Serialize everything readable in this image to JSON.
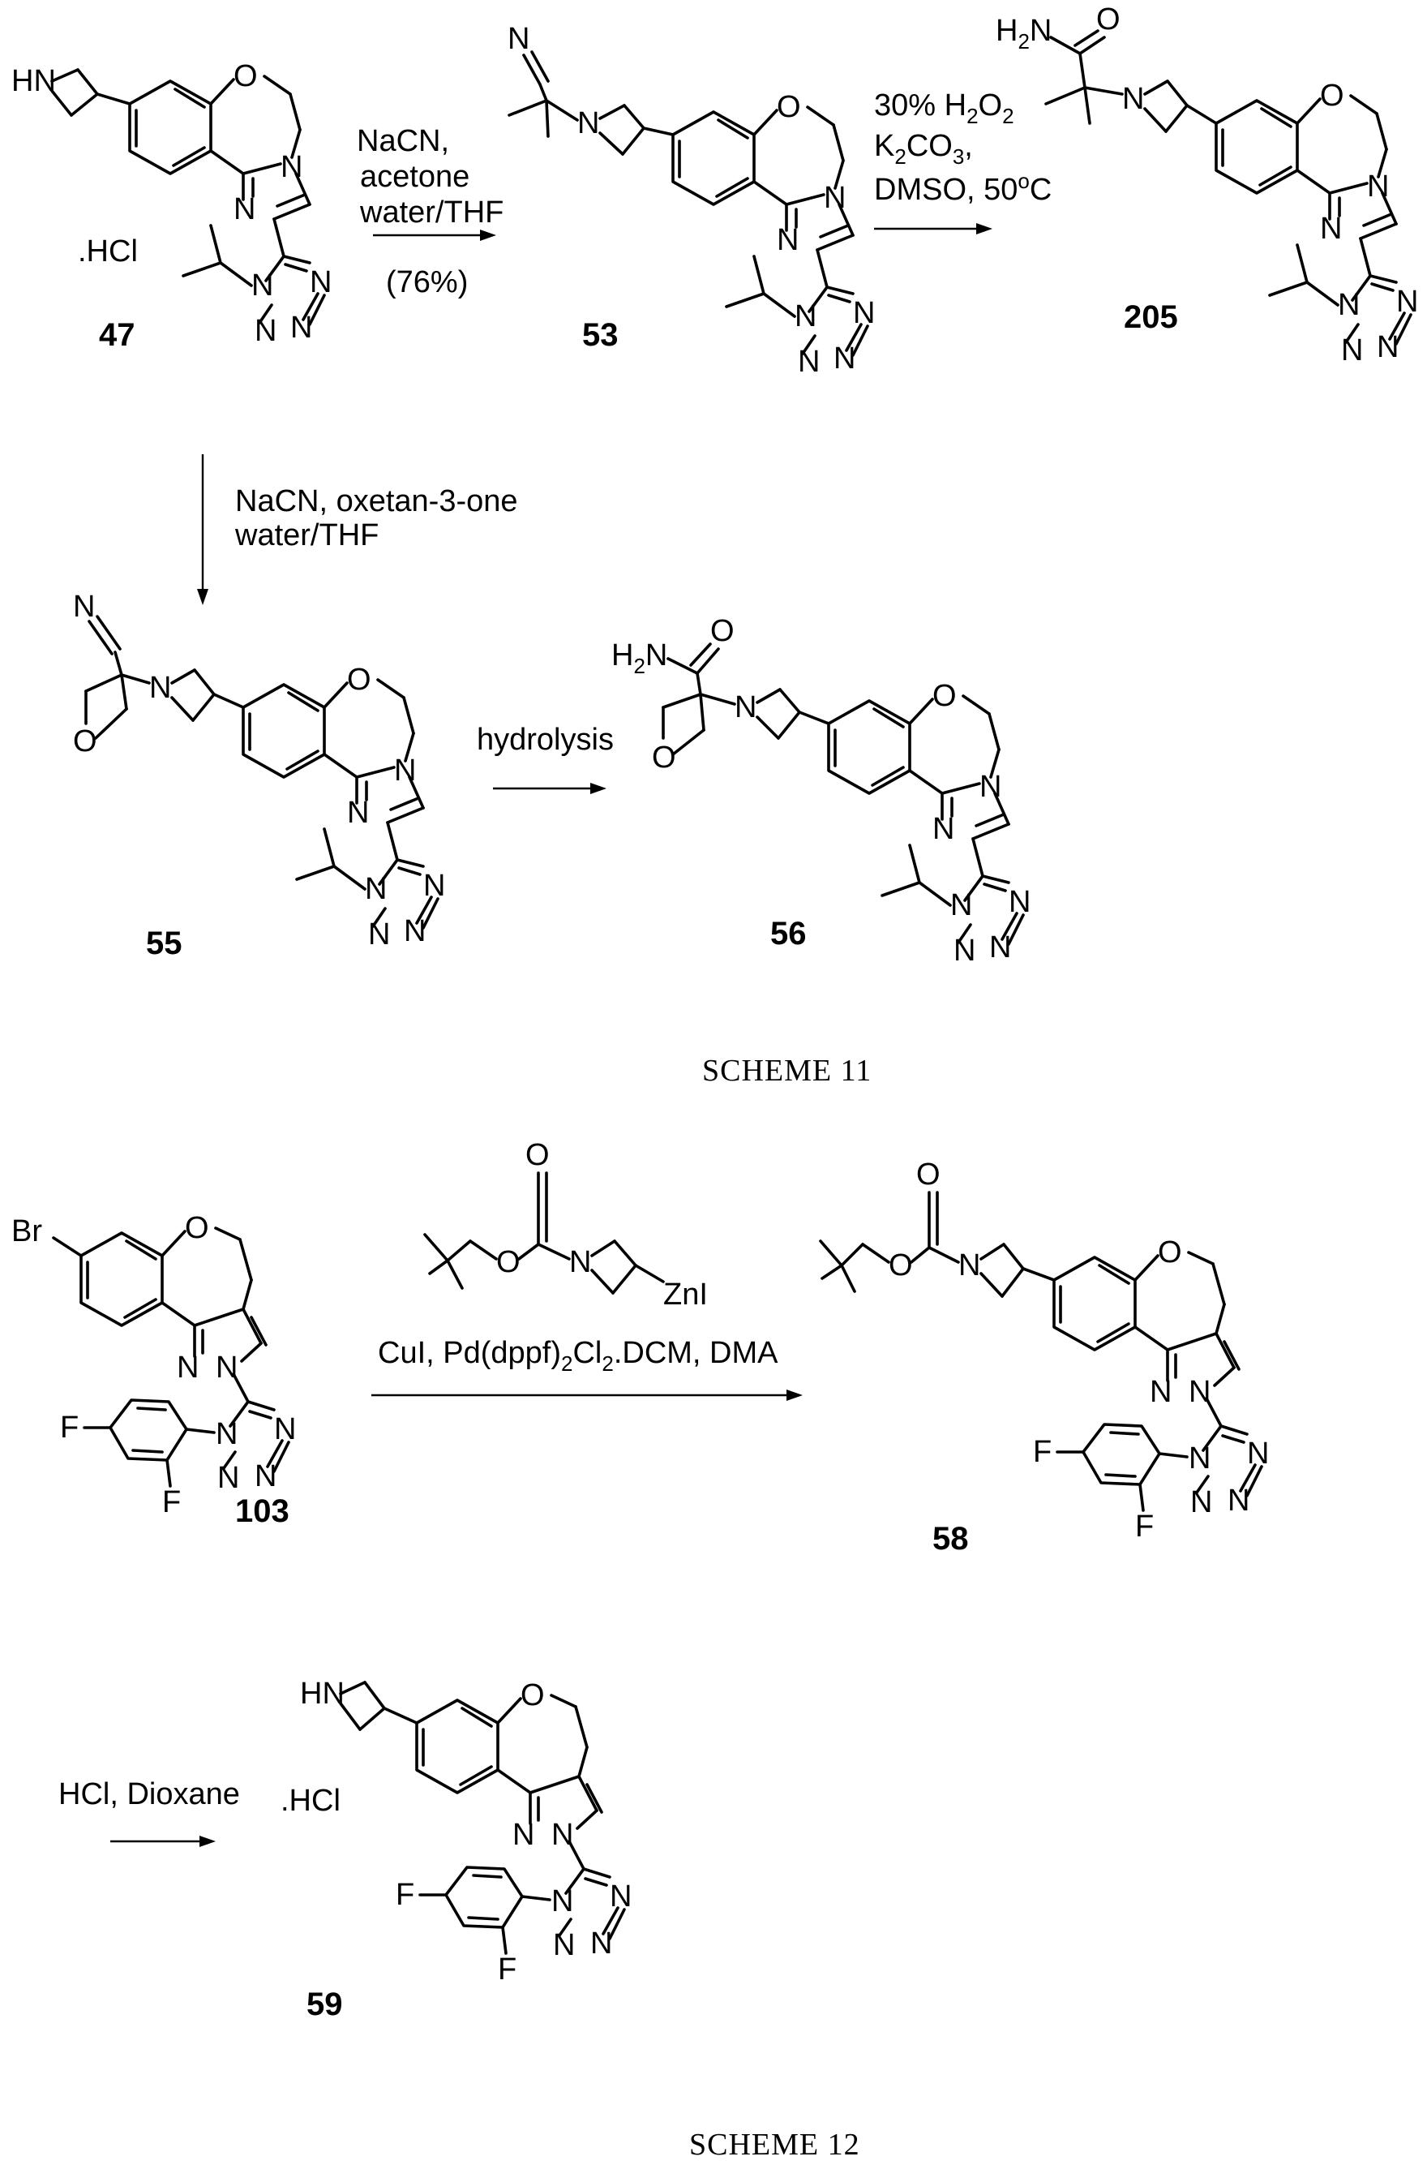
{
  "scheme11": {
    "title": "SCHEME 11",
    "compounds": {
      "c47": {
        "id": "47",
        "salt": ".HCl"
      },
      "c53": {
        "id": "53"
      },
      "c205": {
        "id": "205"
      },
      "c55": {
        "id": "55"
      },
      "c56": {
        "id": "56"
      }
    },
    "arrow1": {
      "line1": "NaCN,",
      "line2": "acetone",
      "line3": "water/THF",
      "yield": "(76%)"
    },
    "arrow2": {
      "line1_pre": "30% H",
      "line1_sub": "2",
      "line1_post": "O",
      "line1_sub2": "2",
      "line2_pre": "K",
      "line2_sub": "2",
      "line2_post": "CO",
      "line2_sub2": "3",
      "line2_end": ",",
      "line3_pre": "DMSO, 50",
      "line3_sup": "o",
      "line3_post": "C"
    },
    "arrow3": {
      "line1": "NaCN, oxetan-3-one",
      "line2": "water/THF"
    },
    "arrow4": {
      "label": "hydrolysis"
    }
  },
  "scheme12": {
    "title": "SCHEME 12",
    "compounds": {
      "c103": {
        "id": "103"
      },
      "c58": {
        "id": "58"
      },
      "c59": {
        "id": "59",
        "salt": ".HCl"
      }
    },
    "arrow5": {
      "reagent_label": "ZnI",
      "line_pre": "CuI, Pd(dppf)",
      "line_sub": "2",
      "line_mid": "Cl",
      "line_sub2": "2",
      "line_post": ".DCM, DMA"
    },
    "arrow6": {
      "label": "HCl, Dioxane"
    }
  },
  "atoms": {
    "N": "N",
    "O": "O",
    "HN": "HN",
    "H2N_pre": "H",
    "H2N_sub": "2",
    "H2N_post": "N",
    "Br": "Br",
    "F": "F"
  }
}
